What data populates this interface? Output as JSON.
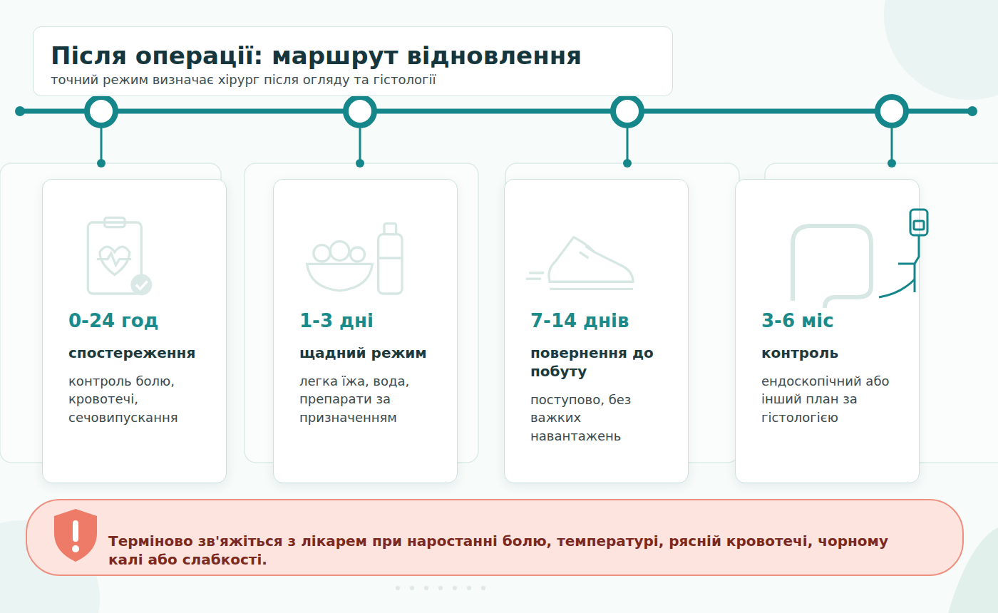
{
  "diagram": {
    "title": "Після операції: маршрут відновлення",
    "caption": "точний режим визначає хірург після огляду та гістології",
    "nodes": [
      {
        "text": [
          "0-24 год",
          "спостереження",
          "контроль болю, кровотечі, сечовипускання"
        ]
      },
      {
        "text": [
          "1-3 дні",
          "щадний режим",
          "легка їжа, вода, препарати за призначенням"
        ]
      },
      {
        "text": [
          "7-14 днів",
          "повернення до побуту",
          "поступово, без важких навантажень"
        ]
      },
      {
        "text": [
          "3-6 міс",
          "контроль",
          "ендоскопічний або інший план за гістологією"
        ]
      },
      {
        "text": [
          "Терміново зв'яжіться з лікарем при наростанні болю, температурі, рясній кровотечі, чорному калі або слабкості."
        ]
      }
    ]
  }
}
